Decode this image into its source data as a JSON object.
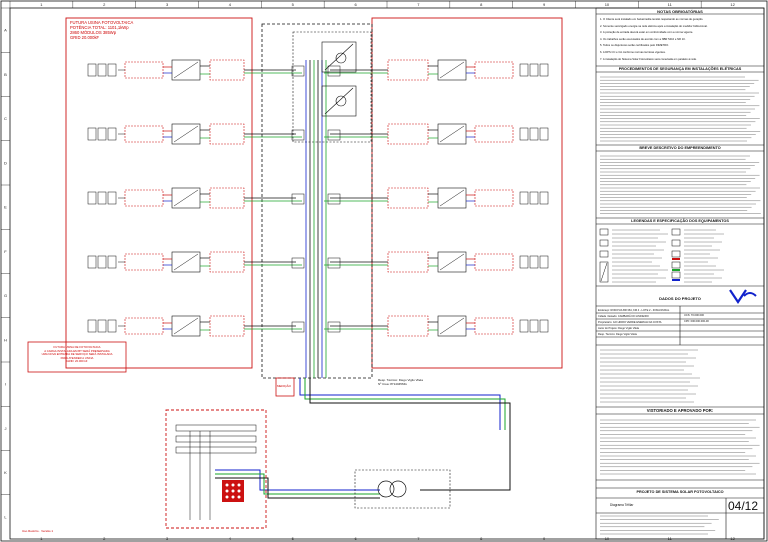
{
  "border": {
    "columns": [
      "1",
      "2",
      "3",
      "4",
      "5",
      "6",
      "7",
      "8",
      "9",
      "10",
      "11",
      "12"
    ],
    "rows": [
      "A",
      "B",
      "C",
      "D",
      "E",
      "F",
      "G",
      "H",
      "I",
      "J",
      "K",
      "L"
    ]
  },
  "pv_array_note": {
    "line1": "FUTURA USINA FOTOVOLTAICA",
    "line2": "POTÊNCIA TOTAL: 1101,1kWp",
    "line3": "2860 MÓDULOS 385Wp",
    "line4": "GRID 20.000kF"
  },
  "inverter_rows": 5,
  "red_note": {
    "line1": "FUTURA USINA DE FOTOVOLTAICA",
    "line2": "A CARGA INSTALADA EM BT SERÁ PRESERVADA",
    "line3": "UMA NOVA ENTRADA DE SERVIÇO SERÁ INSTALADA",
    "line4": "PARA ATENDER A USINA",
    "line5": "GRID: 20.000 kF"
  },
  "meter_label": "MEDIÇÃO",
  "signature": {
    "name": "Resp. Técnico: Diego Vigilo Vilela",
    "reg": "Nº Crea: 8714045MG"
  },
  "right_panel": {
    "notes_title": "NOTAS OBRIGATÓRIAS",
    "notes": [
      "1. O Cliente será instalado em baixa/média tensão respeitando as normas de geração.",
      "2. Somente será ligado energia na rede elétrica após a instalação do medidor bidirecional.",
      "3. A proteção de entrada deverá estar em conformidade com a norma vigente.",
      "4. Os trabalhos serão executados de acordo com a NBR 5410 e NR 10.",
      "5. Todos os disjuntores serão certificados pelo INMETRO.",
      "6. A DPS CC e CA conforme normas técnicas vigentes.",
      "7. A instalação do Sistema Solar Fotovoltaico será conectada em paralelo à rede."
    ],
    "safety_title": "PROCEDIMENTOS DE SEGURANÇA EM INSTALAÇÕES ELÉTRICAS",
    "desc_title": "BREVE DESCRITIVO DO EMPREENDIMENTO",
    "legend_title": "LEGENDAS E ESPECIFICAÇÃO DOS EQUIPAMENTOS",
    "project_title": "DADOS DO PROJETO",
    "project_rows": [
      "Endereço: RODOVIA BR 364, KM 4 - LOTE 2 - ZONA RURAL",
      "Cidade / Estado: CAMBARÁ DO LIMOEIRO",
      "Proprietário: GO HIDRO VERDE ENERGIA DA COSTA",
      "Autor do Projeto: Diego Vigilo Vilela",
      "Resp. Técnico: Diego Vigilo Vilela"
    ],
    "ucs_label": "UCS: 70.000.000",
    "cpf_label": "CPF: 000.000.000-00",
    "approval_title": "VISTORIADO E APROVADO POR:",
    "sheet_title": "PROJETO DE SISTEMA SOLAR FOTOVOLTAICO",
    "sheet_subtitle": "Diagrama Trifilar",
    "sheet_number": "04/12"
  },
  "bottom_left_stamp": "Uso Restrito · Versão 1",
  "colors": {
    "red": "#cc1111",
    "green": "#1aa52a",
    "blue": "#1122cc",
    "black": "#111111"
  }
}
